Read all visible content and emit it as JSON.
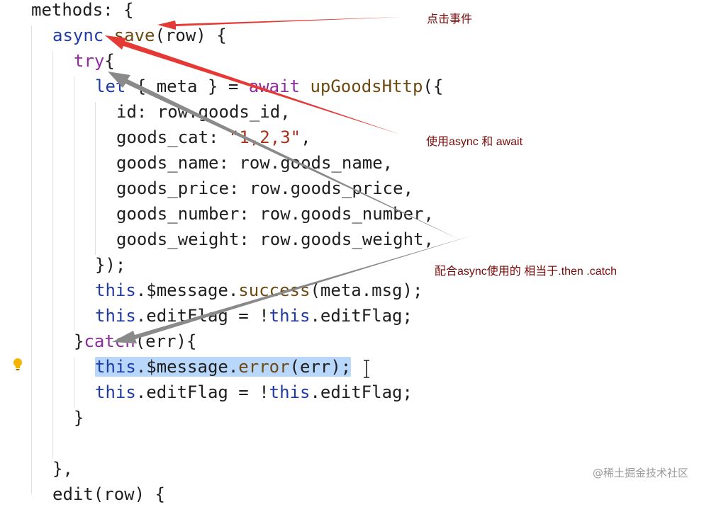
{
  "editor": {
    "lines": [
      {
        "tokens": [
          {
            "t": "methods: {",
            "c": "tok-plain"
          }
        ]
      },
      {
        "tokens": [
          {
            "t": "async",
            "c": "tok-kw-blue"
          },
          {
            "t": " ",
            "c": "tok-plain"
          },
          {
            "t": "save",
            "c": "tok-fn"
          },
          {
            "t": "(row) {",
            "c": "tok-plain"
          }
        ]
      },
      {
        "tokens": [
          {
            "t": "try",
            "c": "tok-kw-purple"
          },
          {
            "t": "{",
            "c": "tok-plain"
          }
        ]
      },
      {
        "tokens": [
          {
            "t": "let",
            "c": "tok-kw-blue"
          },
          {
            "t": " { meta } = ",
            "c": "tok-plain"
          },
          {
            "t": "await",
            "c": "tok-kw-purple"
          },
          {
            "t": " ",
            "c": "tok-plain"
          },
          {
            "t": "upGoodsHttp",
            "c": "tok-fn"
          },
          {
            "t": "({",
            "c": "tok-plain"
          }
        ]
      },
      {
        "tokens": [
          {
            "t": "id: row.goods_id,",
            "c": "tok-plain"
          }
        ]
      },
      {
        "tokens": [
          {
            "t": "goods_cat: ",
            "c": "tok-plain"
          },
          {
            "t": "\"1,2,3\"",
            "c": "tok-str"
          },
          {
            "t": ",",
            "c": "tok-plain"
          }
        ]
      },
      {
        "tokens": [
          {
            "t": "goods_name: row.goods_name,",
            "c": "tok-plain"
          }
        ]
      },
      {
        "tokens": [
          {
            "t": "goods_price: row.goods_price,",
            "c": "tok-plain"
          }
        ]
      },
      {
        "tokens": [
          {
            "t": "goods_number: row.goods_number,",
            "c": "tok-plain"
          }
        ]
      },
      {
        "tokens": [
          {
            "t": "goods_weight: row.goods_weight,",
            "c": "tok-plain"
          }
        ]
      },
      {
        "tokens": [
          {
            "t": "});",
            "c": "tok-plain"
          }
        ]
      },
      {
        "tokens": [
          {
            "t": "this",
            "c": "tok-kw-blue"
          },
          {
            "t": ".$message.",
            "c": "tok-plain"
          },
          {
            "t": "success",
            "c": "tok-fn"
          },
          {
            "t": "(meta.msg);",
            "c": "tok-plain"
          }
        ]
      },
      {
        "tokens": [
          {
            "t": "this",
            "c": "tok-kw-blue"
          },
          {
            "t": ".editFlag = !",
            "c": "tok-plain"
          },
          {
            "t": "this",
            "c": "tok-kw-blue"
          },
          {
            "t": ".editFlag;",
            "c": "tok-plain"
          }
        ]
      },
      {
        "tokens": [
          {
            "t": "}",
            "c": "tok-plain"
          },
          {
            "t": "catch",
            "c": "tok-kw-purple"
          },
          {
            "t": "(err){",
            "c": "tok-plain"
          }
        ]
      },
      {
        "tokens": [
          {
            "t": "this",
            "c": "tok-kw-blue"
          },
          {
            "t": ".$message.",
            "c": "tok-plain"
          },
          {
            "t": "error",
            "c": "tok-fn"
          },
          {
            "t": "(err);",
            "c": "tok-plain"
          }
        ],
        "selected": true
      },
      {
        "tokens": [
          {
            "t": "this",
            "c": "tok-kw-blue"
          },
          {
            "t": ".editFlag = !",
            "c": "tok-plain"
          },
          {
            "t": "this",
            "c": "tok-kw-blue"
          },
          {
            "t": ".editFlag;",
            "c": "tok-plain"
          }
        ]
      },
      {
        "tokens": [
          {
            "t": "}",
            "c": "tok-plain"
          }
        ]
      },
      {
        "tokens": []
      },
      {
        "tokens": [
          {
            "t": "},",
            "c": "tok-plain"
          }
        ]
      },
      {
        "tokens": [
          {
            "t": "edit(row) {",
            "c": "tok-plain"
          }
        ]
      }
    ]
  },
  "annotations": {
    "click_event": "点击事件",
    "use_async_await": "使用async 和 await",
    "then_catch": "配合async使用的 相当于.then .catch"
  },
  "watermark": "@稀土掘金技术社区",
  "colors": {
    "arrow_red": "#e53935",
    "arrow_gray": "#8a8a8a",
    "selection": "#b9d6fb",
    "annotation_text": "#7a0a0a"
  },
  "icons": {
    "gutter": "lightbulb-icon",
    "pointer": "text-cursor-icon"
  }
}
